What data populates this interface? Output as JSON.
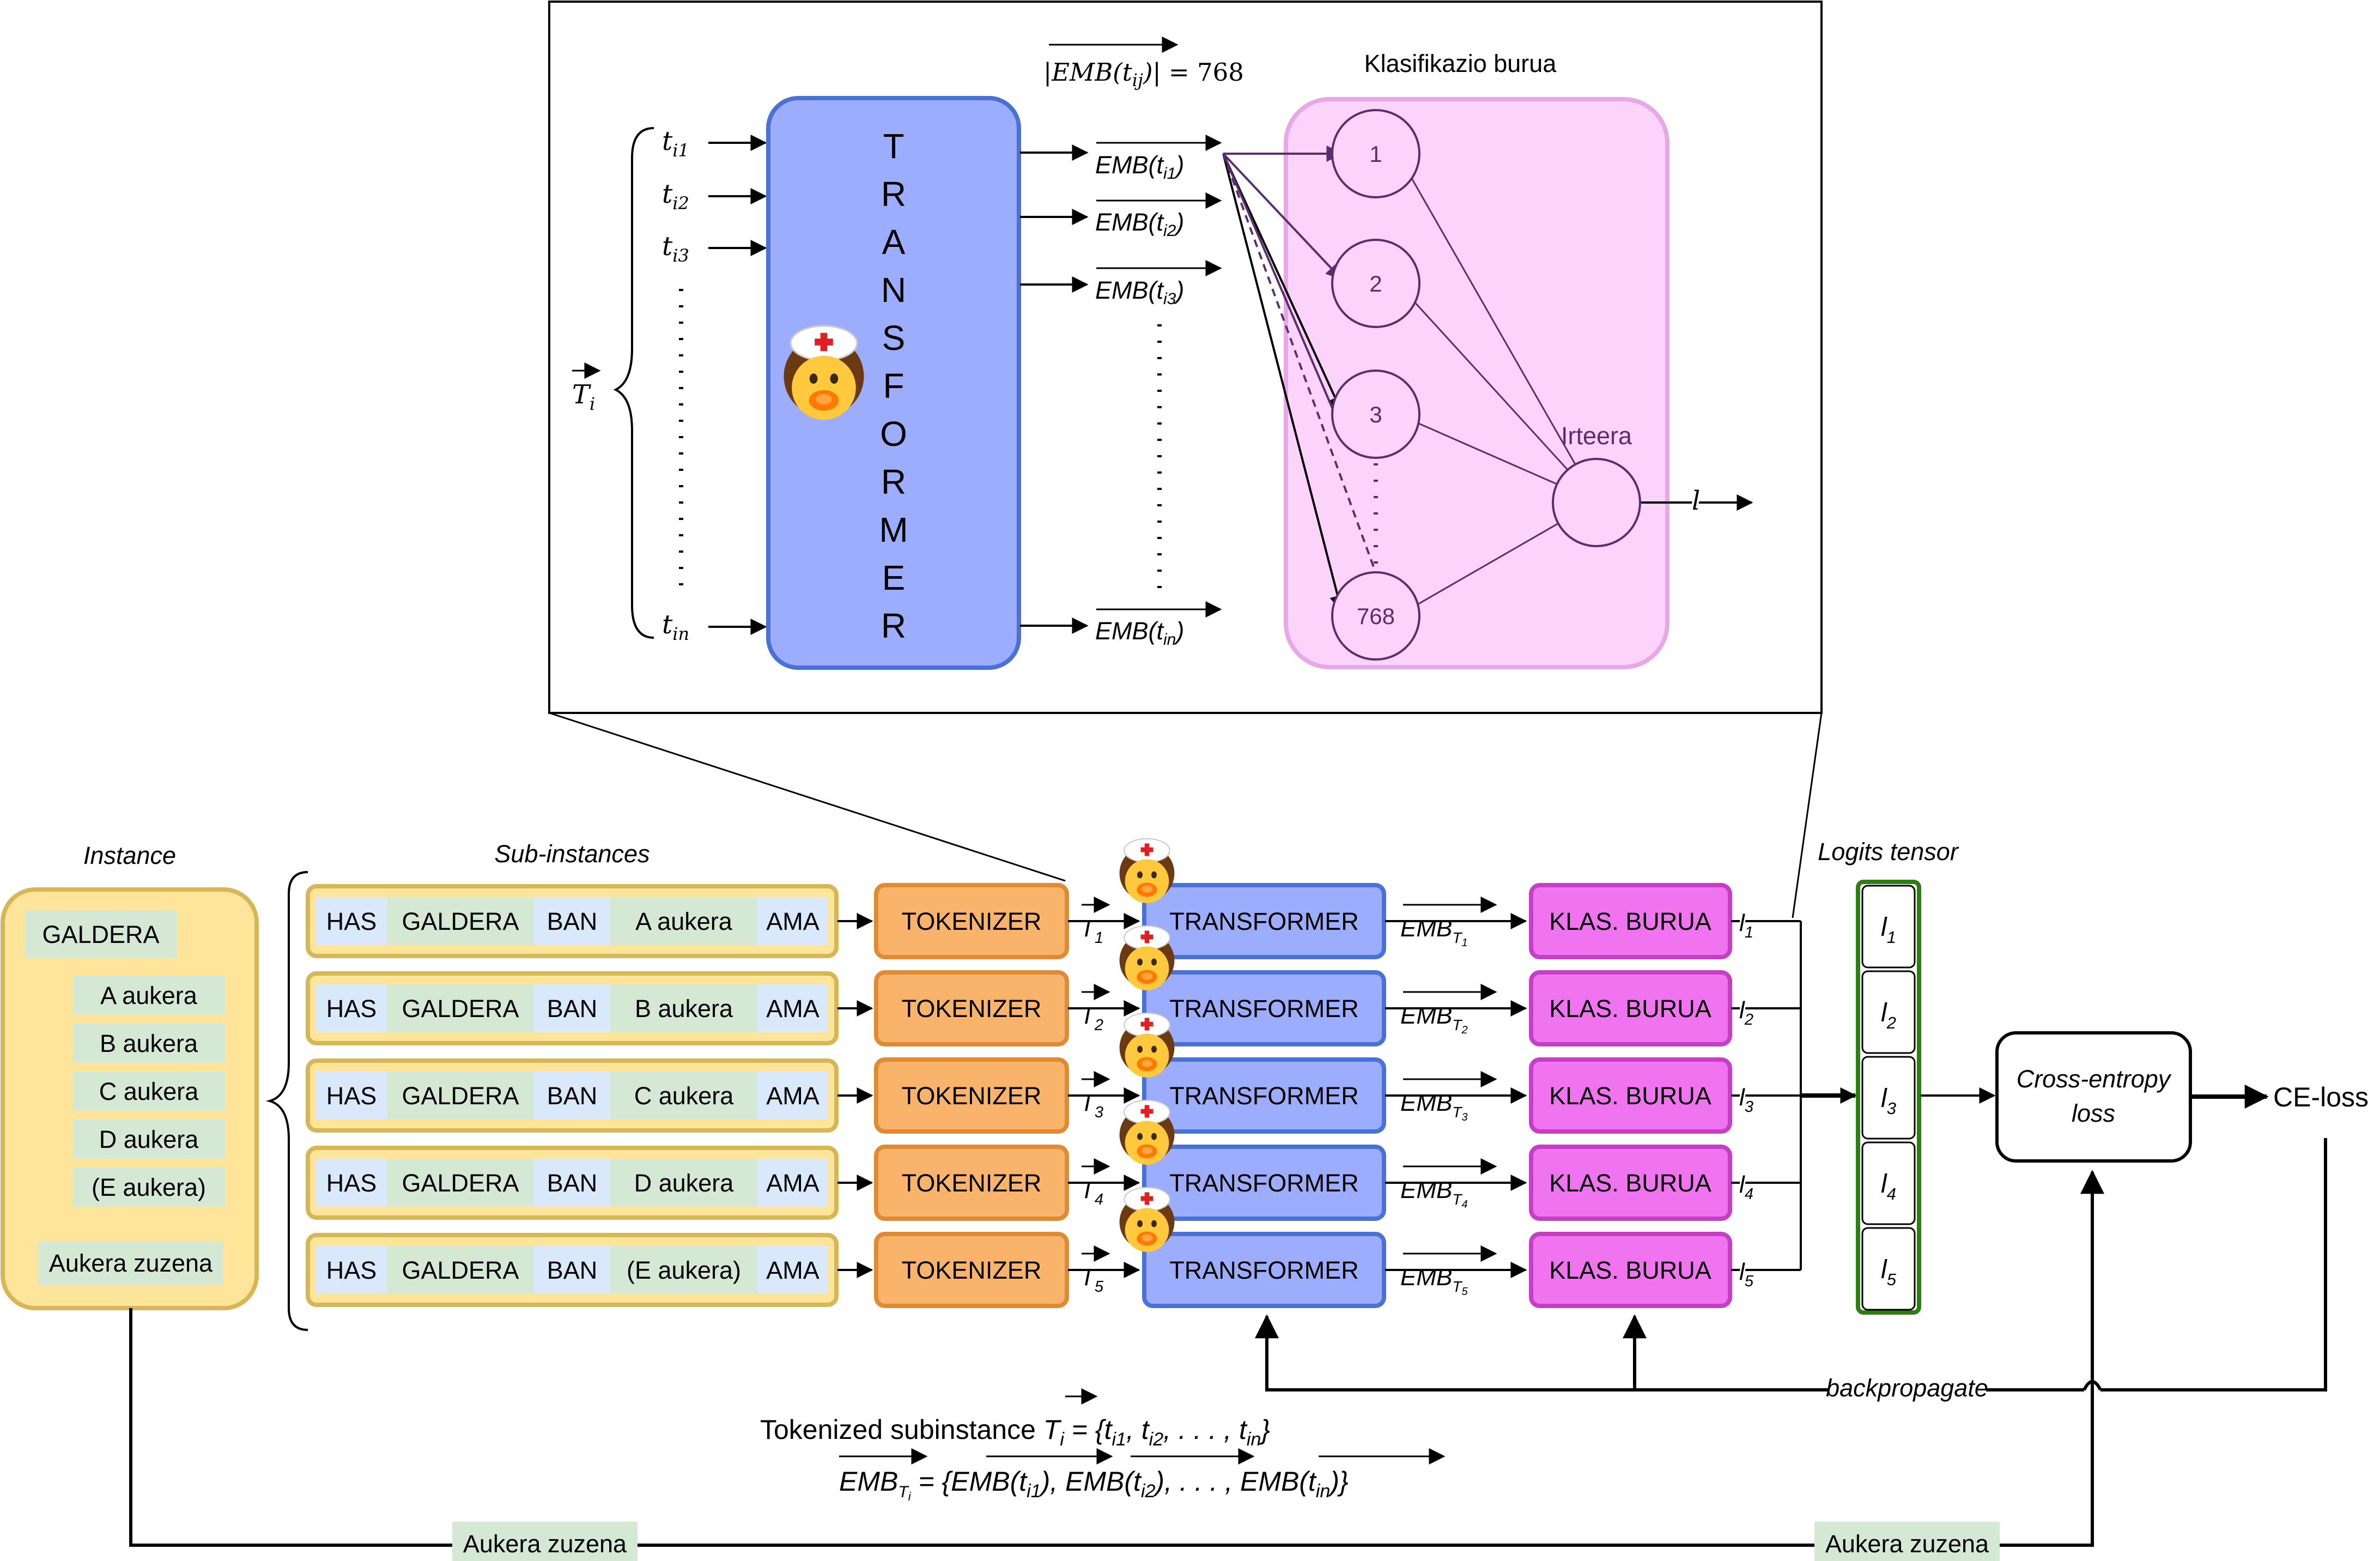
{
  "zoom": {
    "title_head": "Klasifikazio burua",
    "emb_dim": "|EMB(t_ij)| = 768",
    "transformer_letters": [
      "T",
      "R",
      "A",
      "N",
      "S",
      "F",
      "O",
      "R",
      "M",
      "E",
      "R"
    ],
    "tokens": [
      "t_i1",
      "t_i2",
      "t_i3",
      "t_in"
    ],
    "vector_label": "T_i",
    "embeddings": [
      "EMB(t_i1)",
      "EMB(t_i2)",
      "EMB(t_i3)",
      "EMB(t_in)"
    ],
    "neurons": [
      "1",
      "2",
      "3",
      "768"
    ],
    "output_label": "Irteera",
    "logit": "l"
  },
  "instance": {
    "title": "Instance",
    "question": "GALDERA",
    "options": [
      "A aukera",
      "B aukera",
      "C aukera",
      "D aukera",
      "(E aukera)"
    ],
    "correct": "Aukera zuzena"
  },
  "subinstances": {
    "title": "Sub-instances",
    "rows": [
      {
        "has": "HAS",
        "q": "GALDERA",
        "ban": "BAN",
        "opt": "A aukera",
        "ama": "AMA",
        "t": "T_1",
        "emb": "EMB_T1",
        "logit": "l_1"
      },
      {
        "has": "HAS",
        "q": "GALDERA",
        "ban": "BAN",
        "opt": "B aukera",
        "ama": "AMA",
        "t": "T_2",
        "emb": "EMB_T2",
        "logit": "l_2"
      },
      {
        "has": "HAS",
        "q": "GALDERA",
        "ban": "BAN",
        "opt": "C aukera",
        "ama": "AMA",
        "t": "T_3",
        "emb": "EMB_T3",
        "logit": "l_3"
      },
      {
        "has": "HAS",
        "q": "GALDERA",
        "ban": "BAN",
        "opt": "D aukera",
        "ama": "AMA",
        "t": "T_4",
        "emb": "EMB_T4",
        "logit": "l_4"
      },
      {
        "has": "HAS",
        "q": "GALDERA",
        "ban": "BAN",
        "opt": "(E aukera)",
        "ama": "AMA",
        "t": "T_5",
        "emb": "EMB_T5",
        "logit": "l_5"
      }
    ]
  },
  "pipeline": {
    "tokenizer": "TOKENIZER",
    "transformer": "TRANSFORMER",
    "head": "KLAS. BURUA",
    "logits_title": "Logits tensor",
    "logits": [
      "l_1",
      "l_2",
      "l_3",
      "l_4",
      "l_5"
    ],
    "loss_box": [
      "Cross-entropy",
      "loss"
    ],
    "loss_out": "CE-loss",
    "backprop": "backpropagate",
    "correct_label_left": "Aukera zuzena",
    "correct_label_right": "Aukera zuzena"
  },
  "formulas": {
    "line1_text": "Tokenized subinstance",
    "line1_math": "T_i = {t_i1, t_i2, ..., t_in}",
    "line2": "EMB_Ti = {EMB(t_i1), EMB(t_i2), ..., EMB(t_in)}"
  },
  "colors": {
    "yellow_fill": "#ffe599",
    "yellow_stroke": "#d6b656",
    "orange_fill": "#f9b36b",
    "orange_stroke": "#e08a33",
    "blue_fill": "#9badfc",
    "blue_stroke": "#4a72d4",
    "pink_fill": "#f073f0",
    "pink_stroke": "#c53fc5",
    "zoom_pink_fill": "#fbd3fb",
    "zoom_pink_stroke": "#e6a8e6",
    "token_blue": "#dae8fc",
    "token_green": "#d5e8d4",
    "logit_stroke": "#2e7d10"
  },
  "icons": [
    "nurse-emoji-icon"
  ]
}
